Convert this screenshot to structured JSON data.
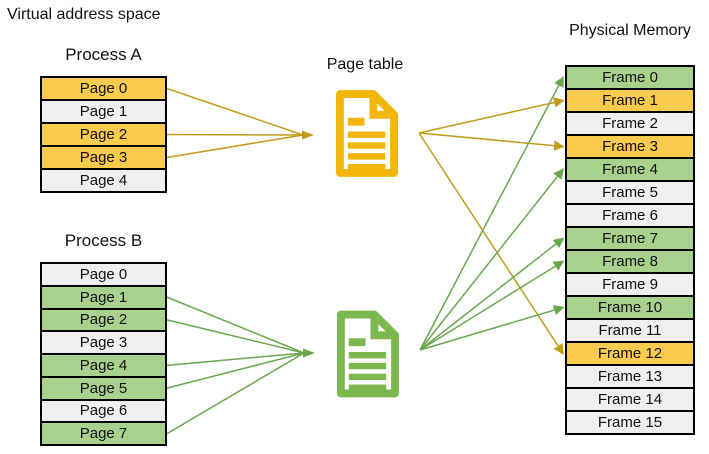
{
  "title": "Virtual address space",
  "process_a": {
    "title": "Process A",
    "pages": [
      {
        "label": "Page 0",
        "state": "mapped"
      },
      {
        "label": "Page 1",
        "state": "unmapped"
      },
      {
        "label": "Page 2",
        "state": "mapped"
      },
      {
        "label": "Page 3",
        "state": "mapped"
      },
      {
        "label": "Page 4",
        "state": "unmapped"
      }
    ]
  },
  "process_b": {
    "title": "Process B",
    "pages": [
      {
        "label": "Page 0",
        "state": "unmapped"
      },
      {
        "label": "Page 1",
        "state": "mapped"
      },
      {
        "label": "Page 2",
        "state": "mapped"
      },
      {
        "label": "Page 3",
        "state": "unmapped"
      },
      {
        "label": "Page 4",
        "state": "mapped"
      },
      {
        "label": "Page 5",
        "state": "mapped"
      },
      {
        "label": "Page 6",
        "state": "unmapped"
      },
      {
        "label": "Page 7",
        "state": "mapped"
      }
    ]
  },
  "page_table": {
    "label": "Page table"
  },
  "physical_memory": {
    "title": "Physical Memory",
    "frames": [
      {
        "label": "Frame 0",
        "owner": "b"
      },
      {
        "label": "Frame 1",
        "owner": "a"
      },
      {
        "label": "Frame 2",
        "owner": "free"
      },
      {
        "label": "Frame 3",
        "owner": "a"
      },
      {
        "label": "Frame 4",
        "owner": "b"
      },
      {
        "label": "Frame 5",
        "owner": "free"
      },
      {
        "label": "Frame 6",
        "owner": "free"
      },
      {
        "label": "Frame 7",
        "owner": "b"
      },
      {
        "label": "Frame 8",
        "owner": "b"
      },
      {
        "label": "Frame 9",
        "owner": "free"
      },
      {
        "label": "Frame 10",
        "owner": "b"
      },
      {
        "label": "Frame 11",
        "owner": "free"
      },
      {
        "label": "Frame 12",
        "owner": "a"
      },
      {
        "label": "Frame 13",
        "owner": "free"
      },
      {
        "label": "Frame 14",
        "owner": "free"
      },
      {
        "label": "Frame 15",
        "owner": "free"
      }
    ]
  },
  "mappings": {
    "process_a_pages_to_table": [
      0,
      2,
      3
    ],
    "table_a_to_frames": [
      1,
      3,
      12
    ],
    "process_b_pages_to_table": [
      1,
      2,
      4,
      5,
      7
    ],
    "table_b_to_frames": [
      0,
      4,
      7,
      8,
      10
    ]
  },
  "icons": {
    "page_table_a": "document-icon",
    "page_table_b": "document-icon"
  },
  "colors": {
    "highlight_a": "#f8ca4d",
    "highlight_b": "#a9d18e",
    "free": "#efefef",
    "cell_border": "#000000",
    "arrow_a": "#c49a1a",
    "arrow_b": "#6aa84f",
    "icon_a": "#f2b50a",
    "icon_b": "#7cb84e",
    "text": "#111111"
  }
}
